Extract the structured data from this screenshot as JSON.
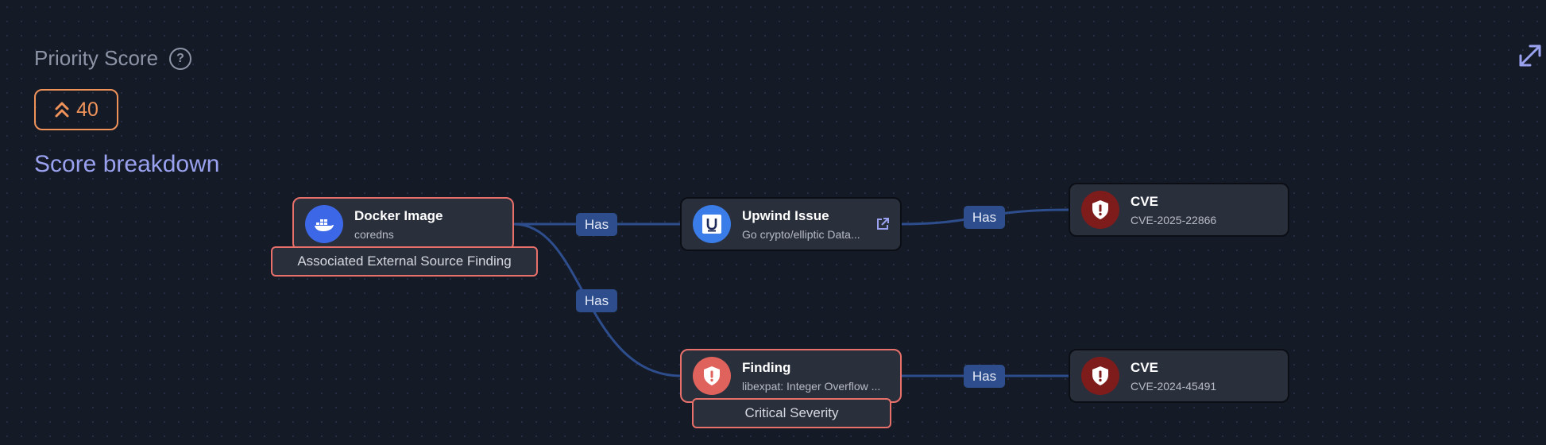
{
  "header": {
    "title": "Priority Score",
    "help_icon": "question-circle-icon",
    "score": "40",
    "score_icon": "double-chevron-up-icon",
    "breakdown": "Score breakdown"
  },
  "colors": {
    "score_accent": "#f0935b",
    "breakdown_text": "#9aa2f0",
    "edge": "#2d4d8c",
    "alert_border": "#e8706a",
    "cve_icon_bg": "#7e1c1c"
  },
  "nodes": {
    "docker": {
      "title": "Docker Image",
      "subtitle": "coredns",
      "tag": "Associated External Source Finding"
    },
    "issue": {
      "title": "Upwind Issue",
      "subtitle": "Go crypto/elliptic Data..."
    },
    "finding": {
      "title": "Finding",
      "subtitle": "libexpat: Integer Overflow ...",
      "tag": "Critical Severity"
    },
    "cve1": {
      "title": "CVE",
      "subtitle": "CVE-2025-22866"
    },
    "cve2": {
      "title": "CVE",
      "subtitle": "CVE-2024-45491"
    }
  },
  "edges": {
    "docker_issue": "Has",
    "docker_finding": "Has",
    "issue_cve": "Has",
    "finding_cve": "Has"
  }
}
